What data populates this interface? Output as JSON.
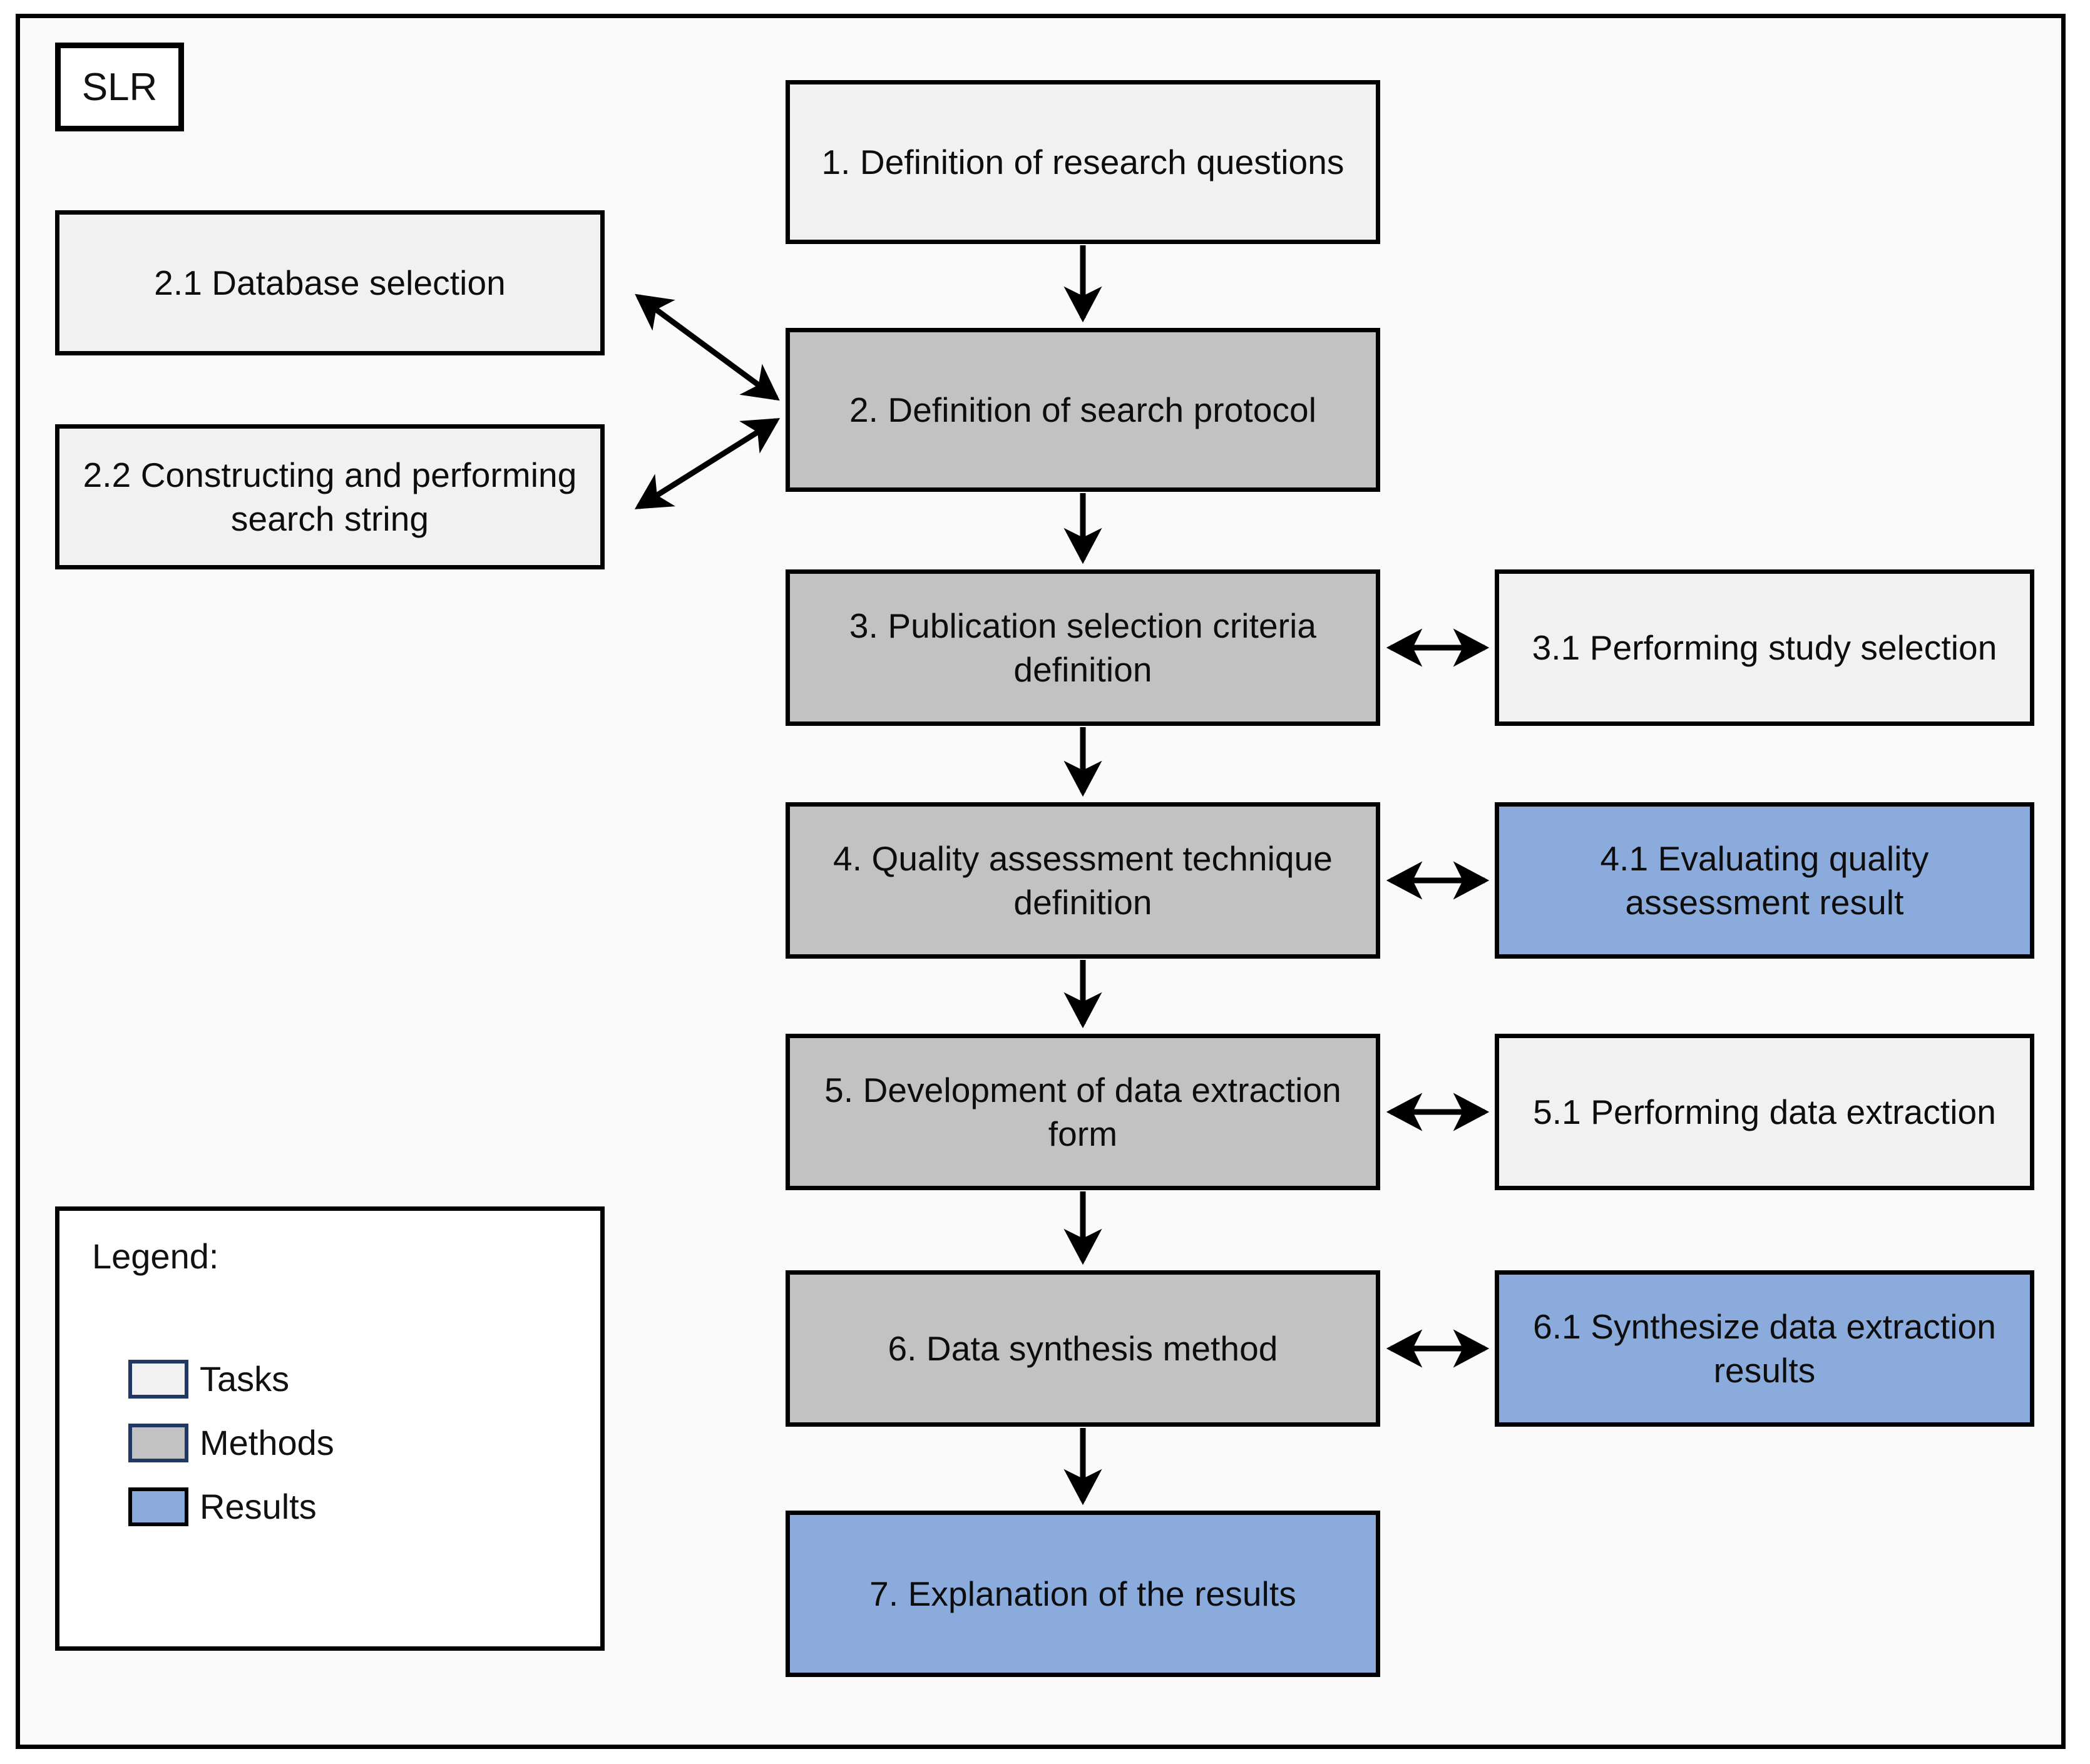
{
  "diagram": {
    "title": "SLR",
    "legend": {
      "heading": "Legend:",
      "items": [
        {
          "label": "Tasks",
          "swatch_color": "#f1f1f1",
          "swatch_border": "#1f3864"
        },
        {
          "label": "Methods",
          "swatch_color": "#c2c2c2",
          "swatch_border": "#1f3864"
        },
        {
          "label": "Results",
          "swatch_color": "#8aabdb",
          "swatch_border": "#000000"
        }
      ]
    },
    "colors": {
      "task": "#f1f1f1",
      "method": "#c2c2c2",
      "result": "#8aabdb",
      "border": "#000000",
      "background": "#fafafa"
    },
    "left_column": [
      {
        "id": "2.1",
        "label": "2.1 Database selection",
        "category": "task"
      },
      {
        "id": "2.2",
        "label": "2.2 Constructing and performing search string",
        "category": "task"
      }
    ],
    "main_column": [
      {
        "id": "1",
        "label": "1. Definition of research questions",
        "category": "task"
      },
      {
        "id": "2",
        "label": "2. Definition of search protocol",
        "category": "method"
      },
      {
        "id": "3",
        "label": "3. Publication selection criteria definition",
        "category": "method"
      },
      {
        "id": "4",
        "label": "4. Quality assessment technique definition",
        "category": "method"
      },
      {
        "id": "5",
        "label": "5. Development of data extraction form",
        "category": "method"
      },
      {
        "id": "6",
        "label": "6. Data synthesis method",
        "category": "method"
      },
      {
        "id": "7",
        "label": "7. Explanation of the results",
        "category": "result"
      }
    ],
    "right_column": [
      {
        "id": "3.1",
        "label": "3.1 Performing study selection",
        "category": "task"
      },
      {
        "id": "4.1",
        "label": "4.1 Evaluating quality assessment result",
        "category": "result"
      },
      {
        "id": "5.1",
        "label": "5.1 Performing data extraction",
        "category": "task"
      },
      {
        "id": "6.1",
        "label": "6.1 Synthesize data extraction results",
        "category": "result"
      }
    ],
    "connections": [
      {
        "from": "1",
        "to": "2",
        "type": "single"
      },
      {
        "from": "2",
        "to": "3",
        "type": "single"
      },
      {
        "from": "3",
        "to": "4",
        "type": "single"
      },
      {
        "from": "4",
        "to": "5",
        "type": "single"
      },
      {
        "from": "5",
        "to": "6",
        "type": "single"
      },
      {
        "from": "6",
        "to": "7",
        "type": "single"
      },
      {
        "from": "2.1",
        "to": "2",
        "type": "double"
      },
      {
        "from": "2.2",
        "to": "2",
        "type": "double"
      },
      {
        "from": "3",
        "to": "3.1",
        "type": "double"
      },
      {
        "from": "4",
        "to": "4.1",
        "type": "double"
      },
      {
        "from": "5",
        "to": "5.1",
        "type": "double"
      },
      {
        "from": "6",
        "to": "6.1",
        "type": "double"
      }
    ]
  }
}
